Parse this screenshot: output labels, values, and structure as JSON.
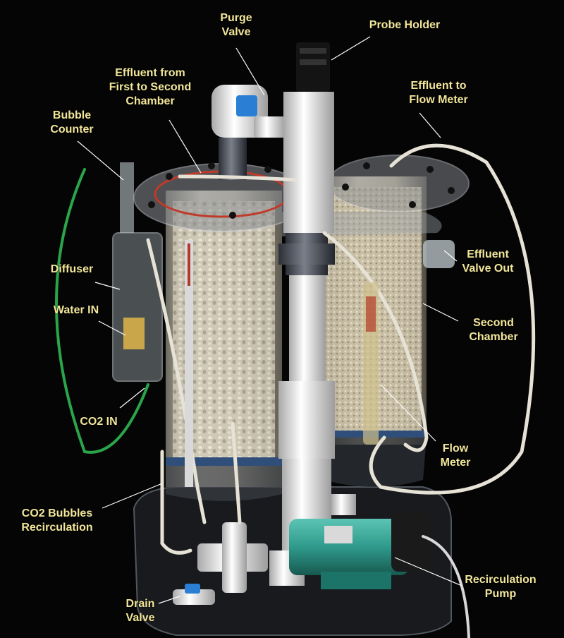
{
  "labels": {
    "purge_valve": [
      "Purge",
      "Valve"
    ],
    "probe_holder": [
      "Probe Holder"
    ],
    "effluent_first_second": [
      "Effluent from",
      "First to Second",
      "Chamber"
    ],
    "effluent_flow_meter": [
      "Effluent to",
      "Flow Meter"
    ],
    "bubble_counter": [
      "Bubble",
      "Counter"
    ],
    "effluent_valve_out": [
      "Effluent",
      "Valve Out"
    ],
    "diffuser": [
      "Diffuser"
    ],
    "water_in": [
      "Water IN"
    ],
    "second_chamber": [
      "Second",
      "Chamber"
    ],
    "co2_in": [
      "CO2 IN"
    ],
    "flow_meter": [
      "Flow",
      "Meter"
    ],
    "co2_bubbles_recirculation": [
      "CO2 Bubbles",
      "Recirculation"
    ],
    "recirculation_pump": [
      "Recirculation",
      "Pump"
    ],
    "drain_valve": [
      "Drain",
      "Valve"
    ]
  },
  "colors": {
    "label_text": "#f2e69a",
    "background": "#050505",
    "pump_body": "#2f9a8c",
    "valve_handle": "#2a7fd4"
  }
}
